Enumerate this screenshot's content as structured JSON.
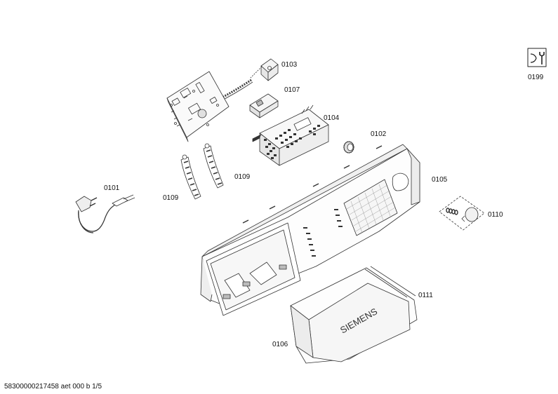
{
  "labels": {
    "p0103": "0103",
    "p0107": "0107",
    "p0104": "0104",
    "p0102": "0102",
    "p0105": "0105",
    "p0109a": "0109",
    "p0109b": "0109",
    "p0101": "0101",
    "p0110": "0110",
    "p0111": "0111",
    "p0106": "0106",
    "p0199": "0199"
  },
  "brand_text": "SIEMENS",
  "footer": "58300000217458 aet 000 b 1/5",
  "icons": {
    "service_manual": "wrench-manual-icon"
  }
}
